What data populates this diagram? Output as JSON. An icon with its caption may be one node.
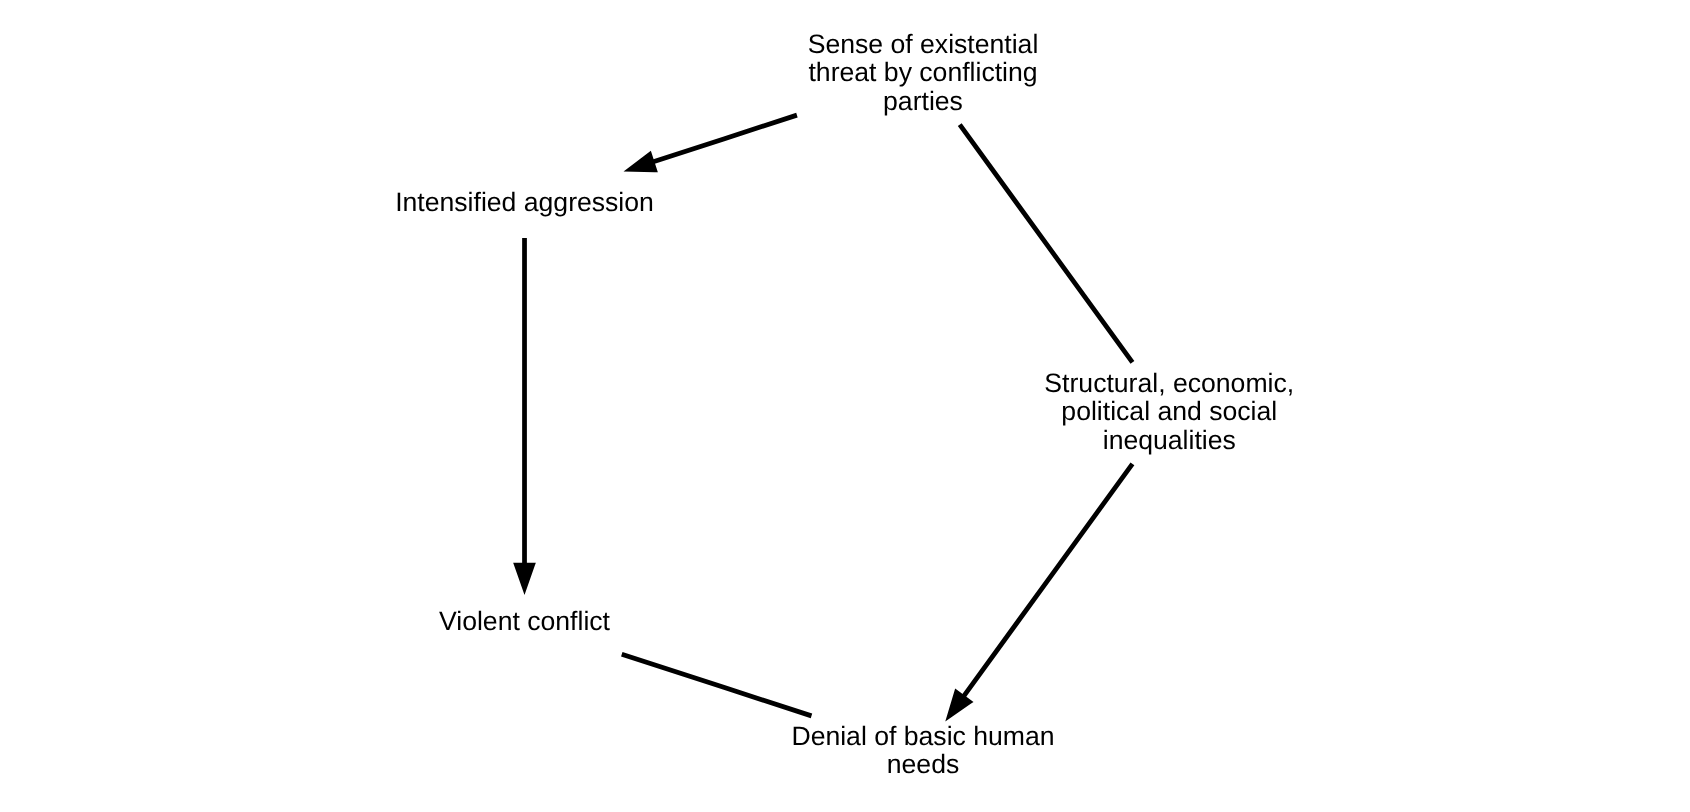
{
  "diagram": {
    "nodes": [
      {
        "text": [
          "Denial of basic human needs"
        ]
      },
      {
        "text": [
          "Violent conflict"
        ]
      },
      {
        "text": [
          "Structural, economic, political and social inequalities"
        ]
      },
      {
        "text": [
          "Intensified aggression"
        ]
      },
      {
        "text": [
          "Sense of existential threat by conflicting parties"
        ]
      }
    ],
    "edges": [
      {
        "from": 2,
        "to": 0,
        "arrow": "to"
      },
      {
        "from": 0,
        "to": 1,
        "arrow": "none"
      },
      {
        "from": 3,
        "to": 1,
        "arrow": "to"
      },
      {
        "from": 4,
        "to": 3,
        "arrow": "to"
      },
      {
        "from": 2,
        "to": 4,
        "arrow": "none"
      }
    ]
  }
}
